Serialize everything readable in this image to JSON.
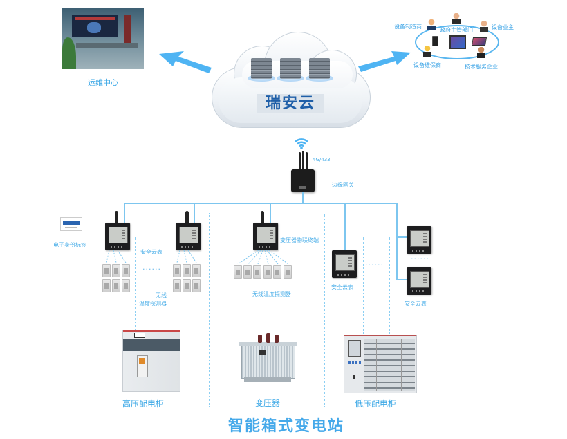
{
  "diagram": {
    "title": "智能箱式变电站",
    "cloud": {
      "label": "瑞安云",
      "icon": "cloud-server-icon"
    },
    "ops_center": {
      "label": "运维中心",
      "icon": "control-room-photo"
    },
    "stakeholders": {
      "center": "政府主管部门",
      "items": [
        "设备制造商",
        "设备业主",
        "设备维保商",
        "技术服务企业"
      ]
    },
    "gateway": {
      "label": "边缘网关",
      "network": "4G/433",
      "icon": "wifi-icon"
    },
    "electronic_tag": {
      "label": "电子身份标签"
    },
    "sections": {
      "high_voltage": {
        "equipment": "高压配电柜",
        "meter_label": "安全云表",
        "probe_label_line1": "无线",
        "probe_label_line2": "温度探测器",
        "ellipsis": "······"
      },
      "transformer": {
        "equipment": "变压器",
        "terminal_label": "变压器物联终端",
        "probe_label": "无线温度探测器"
      },
      "low_voltage": {
        "equipment": "低压配电柜",
        "meter_label_left": "安全云表",
        "meter_label_right": "安全云表",
        "ellipsis_mid": "······",
        "ellipsis_right": "······"
      }
    },
    "colors": {
      "accent": "#4aaee8",
      "bus_line": "#7dc6ef",
      "arrow": "#4fb4f3",
      "cloud_text": "#1f5fa8"
    }
  }
}
